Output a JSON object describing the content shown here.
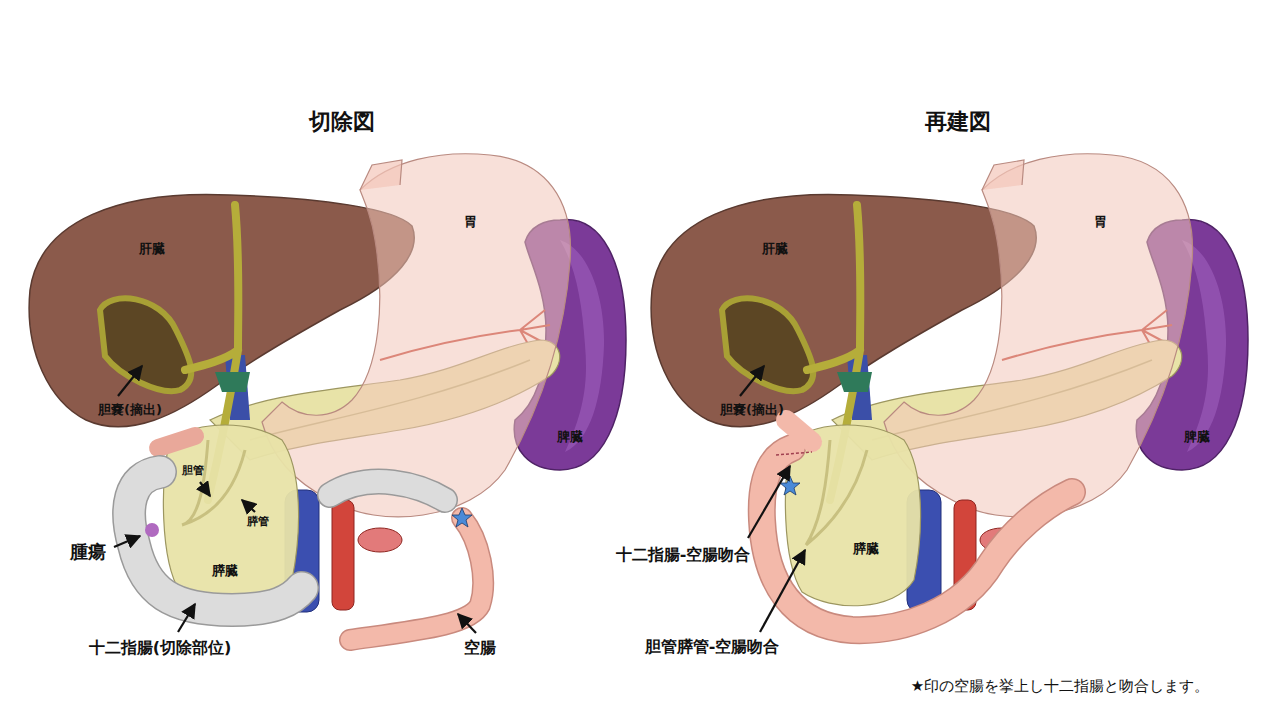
{
  "diagram": {
    "caption": "★印の空腸を挙上し十二指腸と吻合します。",
    "labels": [
      "切除図",
      "肝臓",
      "胃",
      "胆嚢(摘出)",
      "胆管",
      "膵管",
      "膵臓",
      "脾臓",
      "腫瘍",
      "十二指腸(切除部位)",
      "空腸",
      "再建図",
      "肝臓",
      "胃",
      "胆嚢(摘出)",
      "膵臓",
      "脾臓",
      "十二指腸-空腸吻合",
      "胆管膵管-空腸吻合"
    ]
  }
}
